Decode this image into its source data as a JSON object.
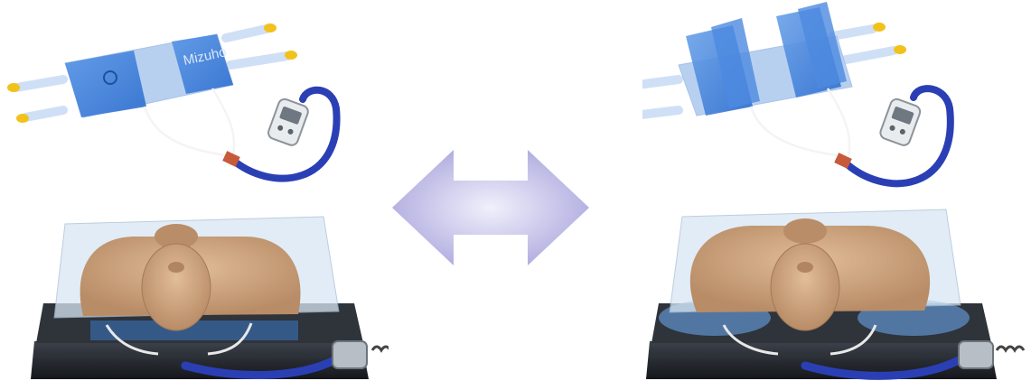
{
  "scenes": [
    {
      "id": "deflated",
      "pad_state": "deflated",
      "device_label_text": "Mizuho",
      "icons": [
        "positioning-pad-icon",
        "control-pump-icon",
        "operating-table-icon",
        "patient-icon"
      ]
    },
    {
      "id": "inflated",
      "pad_state": "inflated",
      "icons": [
        "positioning-pad-icon",
        "control-pump-icon",
        "operating-table-icon",
        "patient-icon"
      ]
    }
  ],
  "arrow": {
    "icon": "double-arrow-icon",
    "direction": "bidirectional"
  },
  "colors": {
    "pad_blue": "#3b7bd6",
    "pad_light": "#b8d0f0",
    "hose_blue": "#2b3fb5",
    "arrow_lavender": "#b9b6e3",
    "skin": "#c9a27f",
    "table_dark": "#2a2d33",
    "yellow_tip": "#f2c21a"
  }
}
